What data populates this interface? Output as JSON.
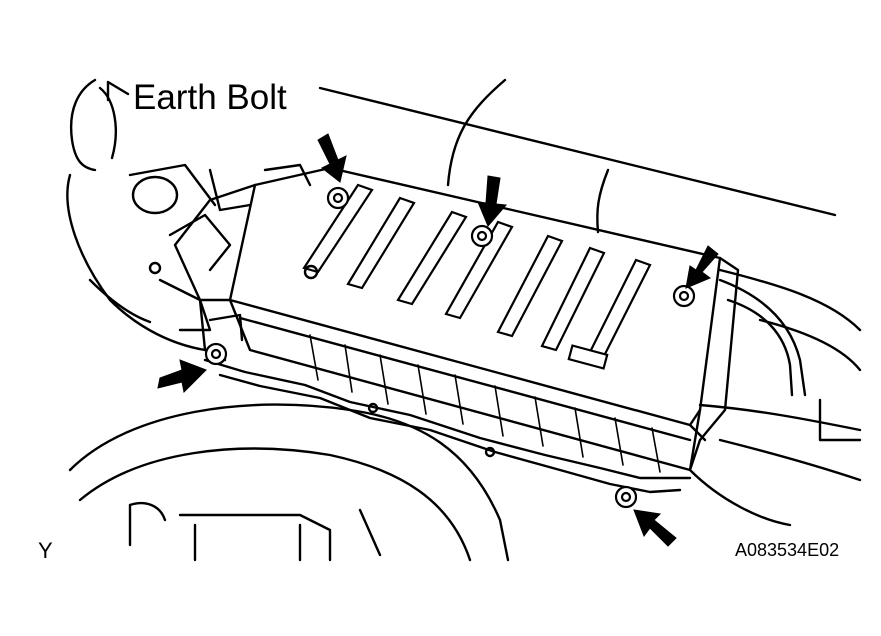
{
  "labels": {
    "callout": "Earth Bolt",
    "corner_letter": "Y",
    "figure_code": "A083534E02"
  },
  "colors": {
    "ink": "#000000",
    "paper": "#ffffff"
  },
  "arrows": [
    {
      "name": "arrow-top-left",
      "target": "bolt-top-left"
    },
    {
      "name": "arrow-top-center",
      "target": "bolt-top-center"
    },
    {
      "name": "arrow-right",
      "target": "bolt-right"
    },
    {
      "name": "arrow-left-front",
      "target": "bolt-left-front"
    },
    {
      "name": "arrow-bottom-right",
      "target": "bolt-bottom-right"
    }
  ]
}
